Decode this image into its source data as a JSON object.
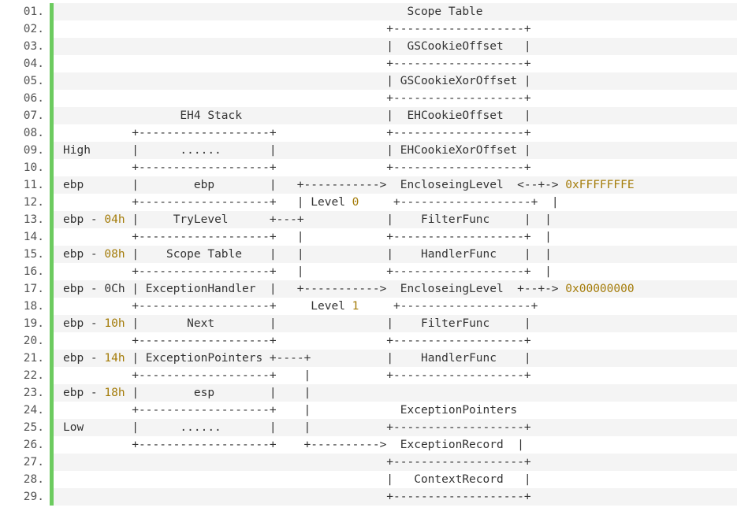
{
  "number_color": "#a47c0a",
  "accent_bar_color": "#6ccb5f",
  "lines": [
    {
      "no": "01.",
      "segs": [
        {
          "t": "                                                  Scope Table"
        }
      ]
    },
    {
      "no": "02.",
      "segs": [
        {
          "t": "                                               +-------------------+"
        }
      ]
    },
    {
      "no": "03.",
      "segs": [
        {
          "t": "                                               |  GSCookieOffset   |"
        }
      ]
    },
    {
      "no": "04.",
      "segs": [
        {
          "t": "                                               +-------------------+"
        }
      ]
    },
    {
      "no": "05.",
      "segs": [
        {
          "t": "                                               | GSCookieXorOffset |"
        }
      ]
    },
    {
      "no": "06.",
      "segs": [
        {
          "t": "                                               +-------------------+"
        }
      ]
    },
    {
      "no": "07.",
      "segs": [
        {
          "t": "                 EH4 Stack                     |  EHCookieOffset   |"
        }
      ]
    },
    {
      "no": "08.",
      "segs": [
        {
          "t": "          +-------------------+                +-------------------+"
        }
      ]
    },
    {
      "no": "09.",
      "segs": [
        {
          "t": "High      |      ......       |                | EHCookieXorOffset |"
        }
      ]
    },
    {
      "no": "10.",
      "segs": [
        {
          "t": "          +-------------------+                +-------------------+"
        }
      ]
    },
    {
      "no": "11.",
      "segs": [
        {
          "t": "ebp       |        ebp        |   +----------->  EncloseingLevel  <--+-> "
        },
        {
          "t": "0xFFFFFFFE",
          "n": true
        }
      ]
    },
    {
      "no": "12.",
      "segs": [
        {
          "t": "          +-------------------+   | Level "
        },
        {
          "t": "0",
          "n": true
        },
        {
          "t": "     +-------------------+  |"
        }
      ]
    },
    {
      "no": "13.",
      "segs": [
        {
          "t": "ebp - "
        },
        {
          "t": "04h",
          "n": true
        },
        {
          "t": " |     TryLevel      +---+            |    FilterFunc     |  |"
        }
      ]
    },
    {
      "no": "14.",
      "segs": [
        {
          "t": "          +-------------------+   |            +-------------------+  |"
        }
      ]
    },
    {
      "no": "15.",
      "segs": [
        {
          "t": "ebp - "
        },
        {
          "t": "08h",
          "n": true
        },
        {
          "t": " |    Scope Table    |   |            |    HandlerFunc    |  |"
        }
      ]
    },
    {
      "no": "16.",
      "segs": [
        {
          "t": "          +-------------------+   |            +-------------------+  |"
        }
      ]
    },
    {
      "no": "17.",
      "segs": [
        {
          "t": "ebp - 0Ch | ExceptionHandler  |   +----------->  EncloseingLevel  +--+-> "
        },
        {
          "t": "0x00000000",
          "n": true
        }
      ]
    },
    {
      "no": "18.",
      "segs": [
        {
          "t": "          +-------------------+     Level "
        },
        {
          "t": "1",
          "n": true
        },
        {
          "t": "     +-------------------+"
        }
      ]
    },
    {
      "no": "19.",
      "segs": [
        {
          "t": "ebp - "
        },
        {
          "t": "10h",
          "n": true
        },
        {
          "t": " |       Next        |                |    FilterFunc     |"
        }
      ]
    },
    {
      "no": "20.",
      "segs": [
        {
          "t": "          +-------------------+                +-------------------+"
        }
      ]
    },
    {
      "no": "21.",
      "segs": [
        {
          "t": "ebp - "
        },
        {
          "t": "14h",
          "n": true
        },
        {
          "t": " | ExceptionPointers +----+           |    HandlerFunc    |"
        }
      ]
    },
    {
      "no": "22.",
      "segs": [
        {
          "t": "          +-------------------+    |           +-------------------+"
        }
      ]
    },
    {
      "no": "23.",
      "segs": [
        {
          "t": "ebp - "
        },
        {
          "t": "18h",
          "n": true
        },
        {
          "t": " |        esp        |    |"
        }
      ]
    },
    {
      "no": "24.",
      "segs": [
        {
          "t": "          +-------------------+    |             ExceptionPointers"
        }
      ]
    },
    {
      "no": "25.",
      "segs": [
        {
          "t": "Low       |      ......       |    |           +-------------------+"
        }
      ]
    },
    {
      "no": "26.",
      "segs": [
        {
          "t": "          +-------------------+    +---------->  ExceptionRecord  |"
        }
      ]
    },
    {
      "no": "27.",
      "segs": [
        {
          "t": "                                               +-------------------+"
        }
      ]
    },
    {
      "no": "28.",
      "segs": [
        {
          "t": "                                               |   ContextRecord   |"
        }
      ]
    },
    {
      "no": "29.",
      "segs": [
        {
          "t": "                                               +-------------------+"
        }
      ]
    }
  ]
}
